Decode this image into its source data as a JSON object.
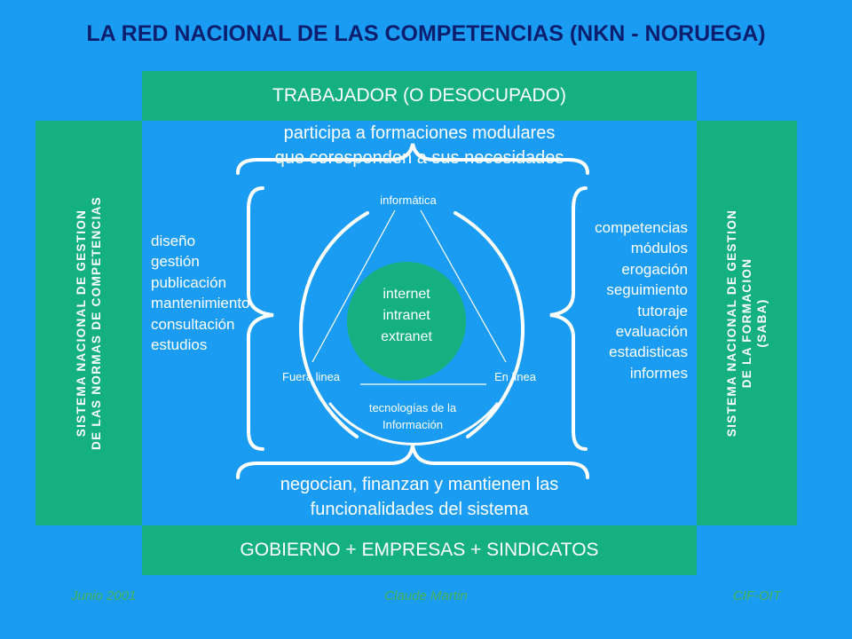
{
  "title": "LA RED NACIONAL DE LAS COMPETENCIAS (NKN - NORUEGA)",
  "top_band": "TRABAJADOR (O DESOCUPADO)",
  "bottom_band": "GOBIERNO + EMPRESAS + SINDICATOS",
  "left_side": {
    "line1": "SISTEMA NACIONAL DE GESTION",
    "line2": "DE LAS NORMAS DE COMPETENCIAS"
  },
  "right_side": {
    "line1": "SISTEMA NACIONAL DE GESTION",
    "line2": "DE LA FORMACION",
    "line3": "(SABA)"
  },
  "top_text": {
    "line1": "participa a formaciones modulares",
    "line2": "que coresponden a sus necesidades"
  },
  "bottom_text": {
    "line1": "negocian, finanzan y mantienen las",
    "line2": "funcionalidades del sistema"
  },
  "left_list": [
    "diseño",
    "gestión",
    "publicación",
    "mantenimiento",
    "consultación",
    "estudios"
  ],
  "right_list": [
    "competencias",
    "módulos",
    "erogación",
    "seguimiento",
    "tutoraje",
    "evaluación",
    "estadisticas",
    "informes"
  ],
  "center": {
    "informatica": "informática",
    "circle": [
      "internet",
      "intranet",
      "extranet"
    ],
    "fuera": "Fuera linea",
    "en": "En linea",
    "tecnologias_line1": "tecnologías de la",
    "tecnologias_line2": "Información"
  },
  "footer": {
    "date": "Junio 2001",
    "author": "Claude Martin",
    "org": "CIF-OIT"
  },
  "colors": {
    "background": "#1a9cf2",
    "green": "#14b07f",
    "title": "#0b1f6e",
    "footer": "#48b35a"
  }
}
